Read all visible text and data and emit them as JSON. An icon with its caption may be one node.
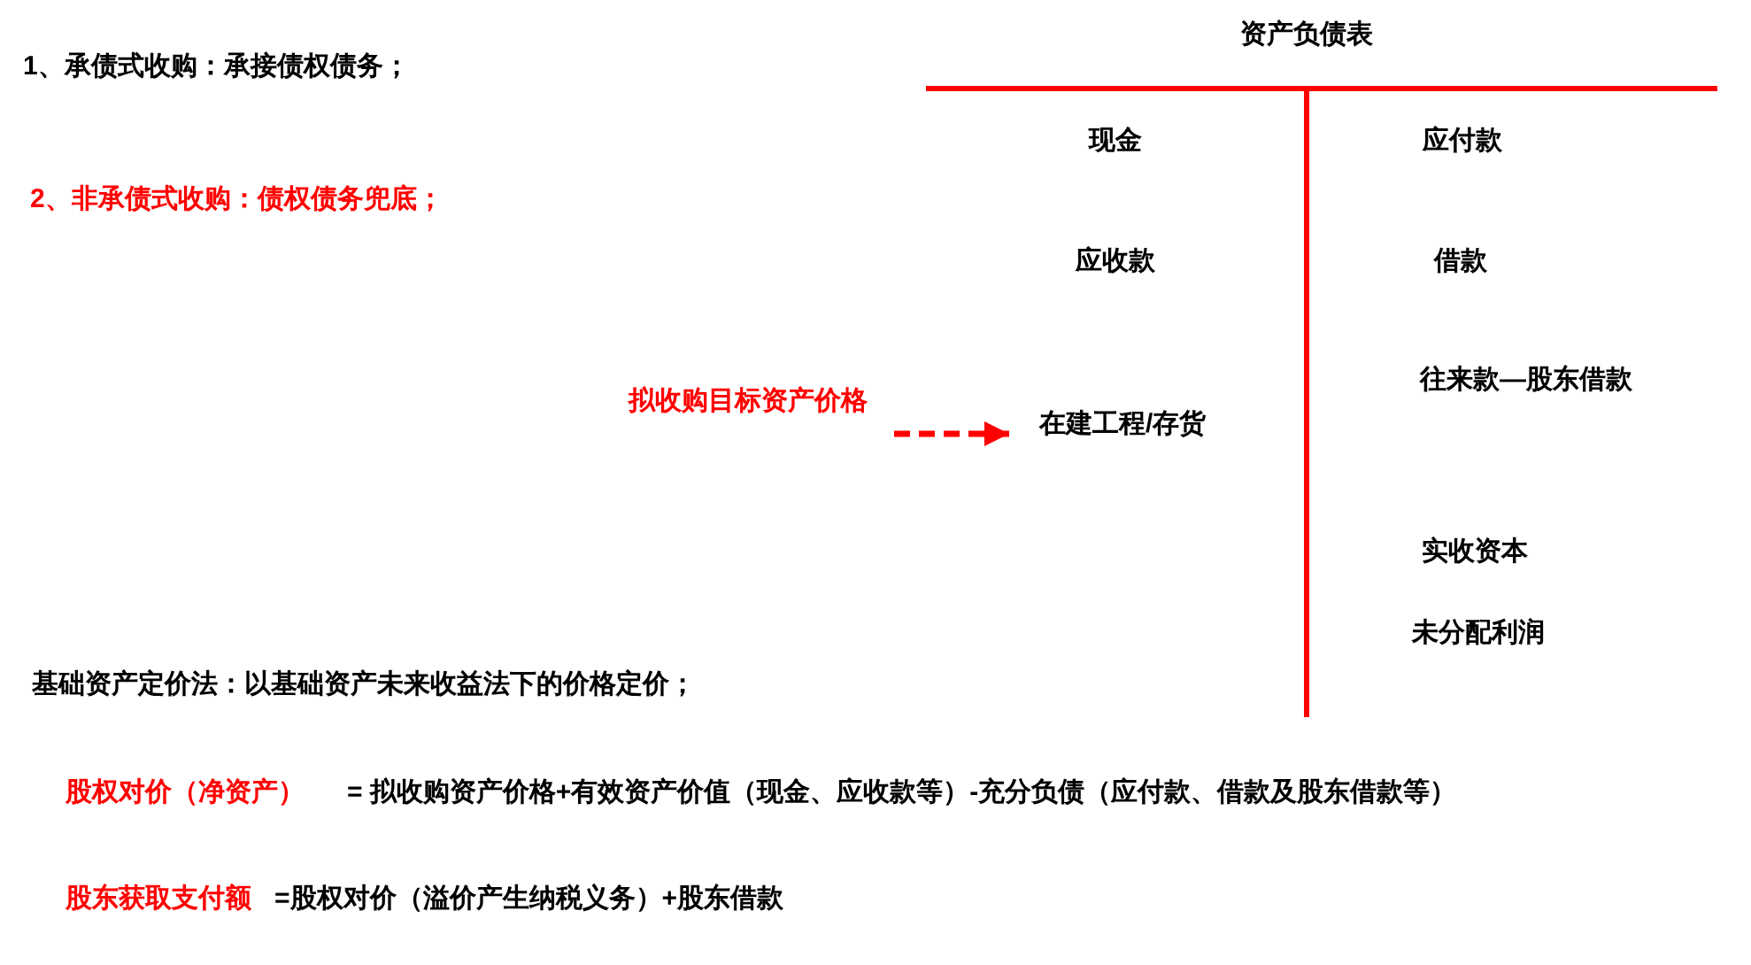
{
  "diagram": {
    "title": "资产负债表",
    "nodes": [
      {
        "text": [
          "拟收购目标资产价格"
        ]
      },
      {
        "text": [
          "在建工程/存货"
        ]
      }
    ],
    "edges": [
      {
        "from": 0,
        "to": 1,
        "arrow": "to",
        "style": "dashed",
        "color": "#ff0000"
      }
    ],
    "labels": [
      "1、承债式收购：承接债权债务；",
      "2、非承债式收购：债权债务兜底；",
      "现金",
      "应付款",
      "应收款",
      "借款",
      "往来款—股东借款",
      "实收资本",
      "未分配利润",
      "基础资产定价法：以基础资产未来收益法下的价格定价；",
      "股权对价（净资产）",
      "= 拟收购资产价格+有效资产价值（现金、应收款等）-充分负债（应付款、借款及股东借款等）",
      "股东获取支付额",
      "=股权对价（溢价产生纳税义务）+股东借款"
    ]
  }
}
